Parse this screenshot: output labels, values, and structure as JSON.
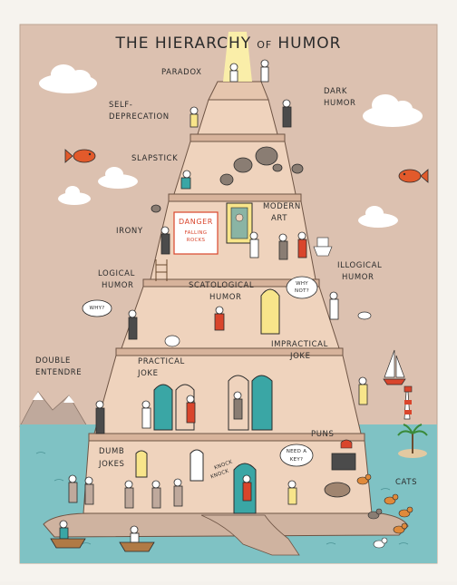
{
  "title": {
    "part1": "THE HIERARCHY",
    "part2": "OF",
    "part3": "HUMOR"
  },
  "labels": {
    "paradox": "PARADOX",
    "self_deprecation_1": "SELF-",
    "self_deprecation_2": "DEPRECATION",
    "dark_humor_1": "DARK",
    "dark_humor_2": "HUMOR",
    "slapstick": "SLAPSTICK",
    "irony": "IRONY",
    "modern_art_1": "MODERN",
    "modern_art_2": "ART",
    "danger_1": "DANGER",
    "danger_2": "FALLING",
    "danger_3": "ROCKS",
    "logical_humor_1": "LOGICAL",
    "logical_humor_2": "HUMOR",
    "illogical_humor_1": "ILLOGICAL",
    "illogical_humor_2": "HUMOR",
    "scatological_1": "SCATOLOGICAL",
    "scatological_2": "HUMOR",
    "why_left": "WHY?",
    "why_not_1": "WHY",
    "why_not_2": "NOT?",
    "impractical_1": "IMPRACTICAL",
    "impractical_2": "JOKE",
    "practical_1": "PRACTICAL",
    "practical_2": "JOKE",
    "double_1": "DOUBLE",
    "double_2": "ENTENDRE",
    "puns": "PUNS",
    "dumb_jokes_1": "DUMB",
    "dumb_jokes_2": "JOKES",
    "knock_1": "KNOCK",
    "knock_2": "KNOCK",
    "need_key_1": "NEED A",
    "need_key_2": "KEY?",
    "cats": "CATS"
  },
  "colors": {
    "sky": "#dcc1b0",
    "tower": "#efd3bd",
    "tower_shadow": "#d7b39b",
    "water": "#7fc2c4",
    "ink": "#2b2b2b",
    "door": "#3aa6a5",
    "accent_red": "#d9452c",
    "cloud": "#ffffff"
  }
}
